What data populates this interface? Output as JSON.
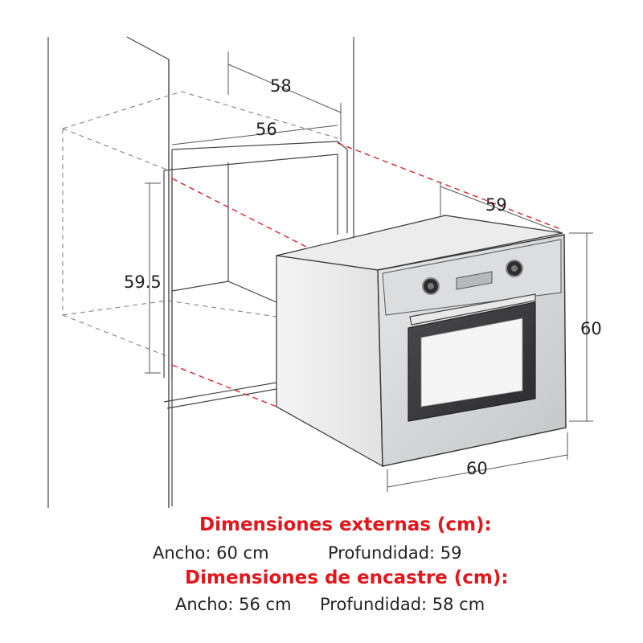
{
  "dimensions": {
    "cavity_depth": "58",
    "cavity_width": "56",
    "cavity_height": "59.5",
    "oven_depth": "59",
    "oven_height": "60",
    "oven_width": "60"
  },
  "captions": {
    "external_header": "Dimensiones externas (cm):",
    "external_width": "Ancho: 60 cm",
    "external_depth": "Profundidad: 59",
    "fitting_header": "Dimensiones de encastre (cm):",
    "fitting_width": "Ancho: 56 cm",
    "fitting_depth": "Profundidad: 58 cm"
  },
  "colors": {
    "header_red": "#e5161b",
    "guide_red": "#d9262b",
    "steel": "#cfd0d2",
    "door_glass": "#3a3a3c"
  }
}
